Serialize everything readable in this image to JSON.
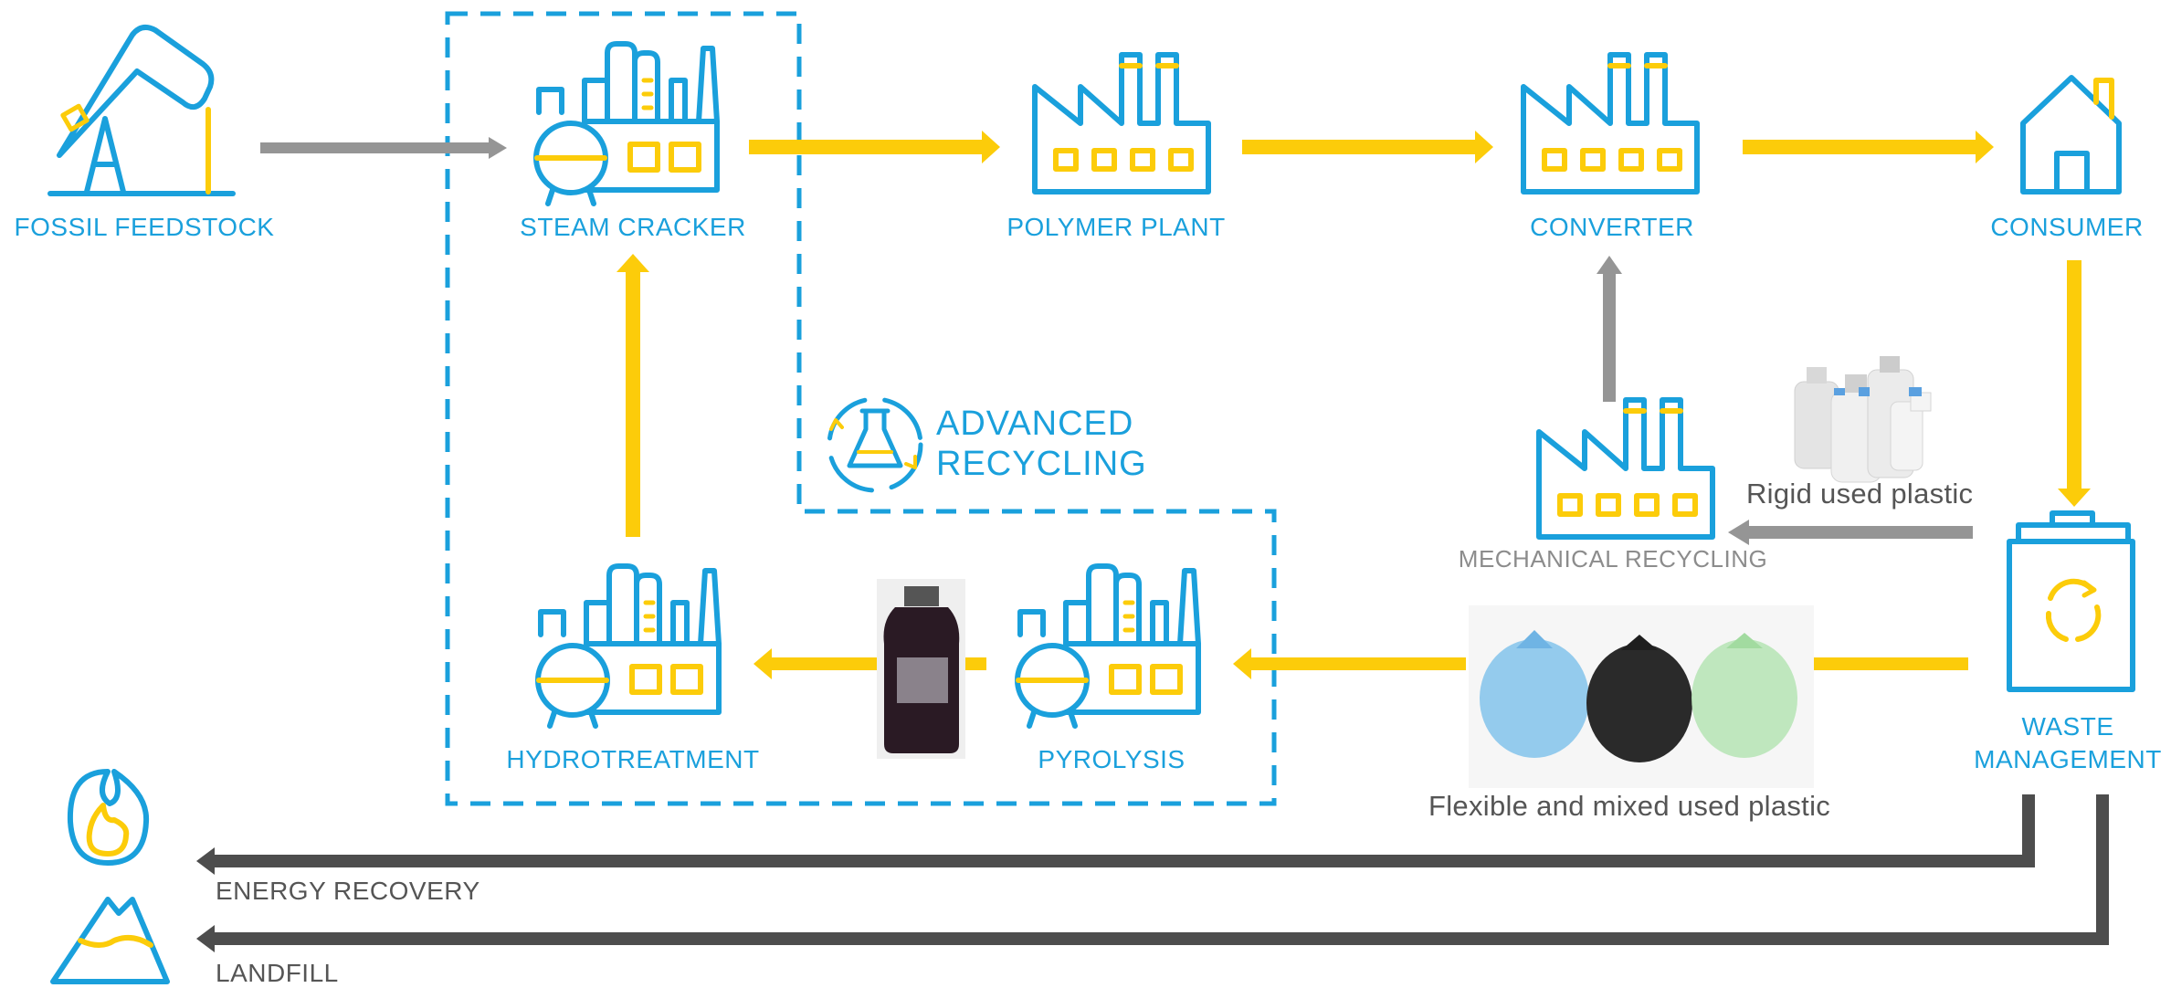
{
  "nodes": {
    "fossil_feedstock": "FOSSIL FEEDSTOCK",
    "steam_cracker": "STEAM CRACKER",
    "polymer_plant": "POLYMER PLANT",
    "converter": "CONVERTER",
    "consumer": "CONSUMER",
    "waste_management_line1": "WASTE",
    "waste_management_line2": "MANAGEMENT",
    "mechanical_recycling": "MECHANICAL RECYCLING",
    "pyrolysis": "PYROLYSIS",
    "hydrotreatment": "HYDROTREATMENT"
  },
  "advanced_recycling": {
    "line1": "ADVANCED",
    "line2": "RECYCLING"
  },
  "captions": {
    "rigid_plastic": "Rigid used  plastic",
    "flexible_plastic": "Flexible and mixed used plastic"
  },
  "end_of_life": {
    "energy_recovery": "ENERGY RECOVERY",
    "landfill": "LANDFILL"
  },
  "colors": {
    "blue": "#1aa0dc",
    "yellow": "#fccc0a",
    "grey": "#959595",
    "dark": "#4d4d4d"
  },
  "icons": [
    "oil-pump-icon",
    "refinery-icon",
    "factory-icon",
    "house-icon",
    "waste-bin-icon",
    "recycle-icon",
    "flask-icon",
    "flame-icon",
    "mountain-icon"
  ]
}
